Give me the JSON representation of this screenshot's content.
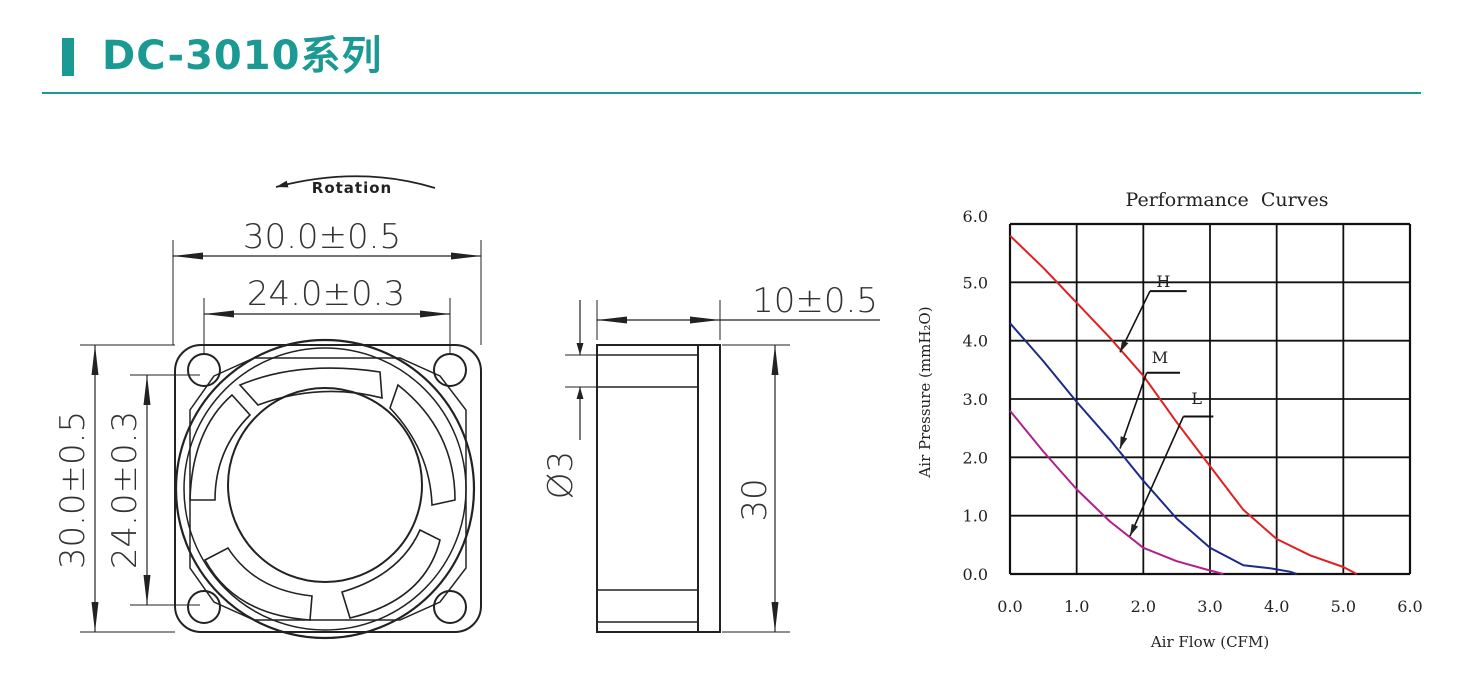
{
  "header": {
    "title": "DC-3010系列"
  },
  "front_view": {
    "rotation_label": "Rotation",
    "dim_outer_width": "30.0±0.5",
    "dim_hole_width": "24.0±0.3",
    "dim_outer_height": "30.0±0.5",
    "dim_hole_height": "24.0±0.3"
  },
  "side_view": {
    "dim_thickness": "10±0.5",
    "dim_hole_dia": "Ø3",
    "dim_height": "30"
  },
  "chart_data": {
    "type": "line",
    "title": "Performance  Curves",
    "xlabel": "Air Flow (CFM)",
    "ylabel": "Air Pressure (mmH₂O)",
    "xlim": [
      0,
      6
    ],
    "ylim": [
      0,
      6
    ],
    "xticks": [
      "0.0",
      "1.0",
      "2.0",
      "3.0",
      "4.0",
      "5.0",
      "6.0"
    ],
    "yticks": [
      "0.0",
      "1.0",
      "2.0",
      "3.0",
      "4.0",
      "5.0",
      "6.0"
    ],
    "grid": true,
    "series": [
      {
        "name": "H",
        "color": "#e02020",
        "x": [
          0,
          0.5,
          1.0,
          1.5,
          2.0,
          2.5,
          3.0,
          3.5,
          4.0,
          4.5,
          5.0,
          5.2
        ],
        "y": [
          5.8,
          5.25,
          4.65,
          4.05,
          3.4,
          2.6,
          1.85,
          1.1,
          0.6,
          0.32,
          0.12,
          0.0
        ]
      },
      {
        "name": "M",
        "color": "#1d2a8a",
        "x": [
          0,
          0.5,
          1.0,
          1.5,
          2.0,
          2.5,
          3.0,
          3.5,
          3.9,
          4.2,
          4.3
        ],
        "y": [
          4.3,
          3.65,
          2.95,
          2.3,
          1.6,
          0.95,
          0.45,
          0.15,
          0.1,
          0.04,
          0.0
        ]
      },
      {
        "name": "L",
        "color": "#b0208a",
        "x": [
          0,
          0.5,
          1.0,
          1.5,
          2.0,
          2.5,
          3.0,
          3.2
        ],
        "y": [
          2.8,
          2.1,
          1.45,
          0.9,
          0.45,
          0.22,
          0.06,
          0.0
        ]
      }
    ]
  }
}
